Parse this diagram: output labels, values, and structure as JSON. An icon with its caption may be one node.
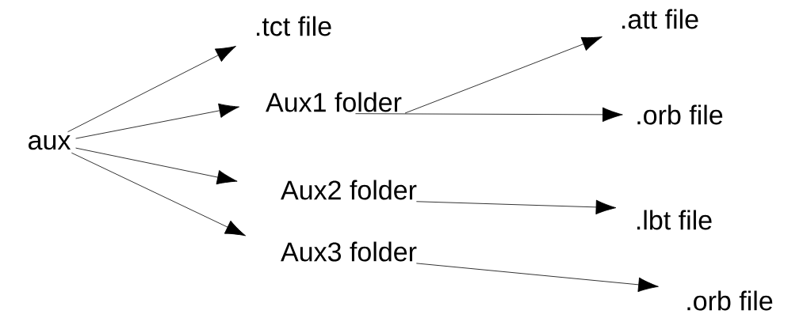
{
  "diagram": {
    "nodes": [
      {
        "text": [
          "aux"
        ]
      },
      {
        "text": [
          ".tct file"
        ]
      },
      {
        "text": [
          "Aux1 folder"
        ]
      },
      {
        "text": [
          "Aux2 folder"
        ]
      },
      {
        "text": [
          "Aux3 folder"
        ]
      },
      {
        "text": [
          ".att file"
        ]
      },
      {
        "text": [
          ".orb file"
        ]
      },
      {
        "text": [
          ".lbt file"
        ]
      },
      {
        "text": [
          ".orb file"
        ]
      }
    ],
    "edges": [
      {
        "from": 0,
        "to": 1,
        "arrow": "to"
      },
      {
        "from": 0,
        "to": 2,
        "arrow": "to"
      },
      {
        "from": 0,
        "to": 3,
        "arrow": "to"
      },
      {
        "from": 0,
        "to": 4,
        "arrow": "to"
      },
      {
        "from": 2,
        "to": 5,
        "arrow": "to"
      },
      {
        "from": 2,
        "to": 6,
        "arrow": "to"
      },
      {
        "from": 3,
        "to": 7,
        "arrow": "to"
      },
      {
        "from": 4,
        "to": 8,
        "arrow": "to"
      }
    ]
  }
}
